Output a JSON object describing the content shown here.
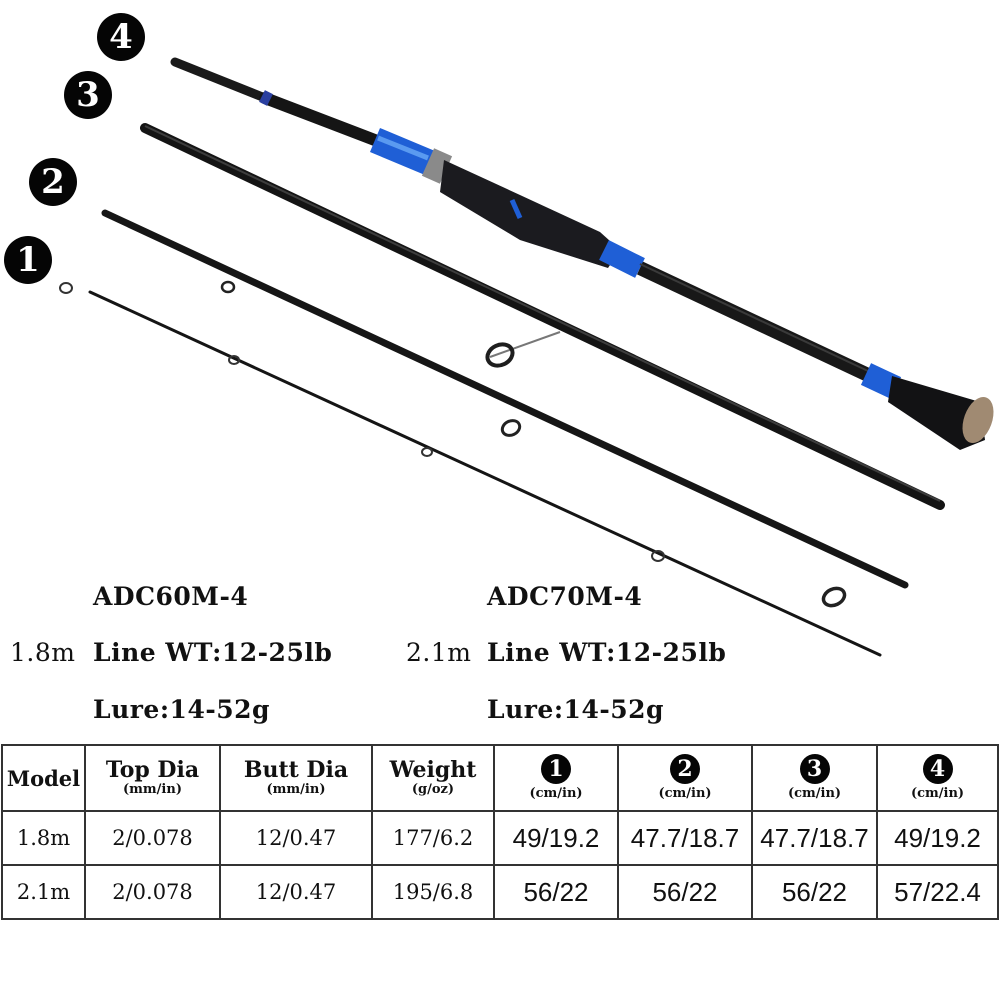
{
  "section_badges": [
    {
      "label": "4"
    },
    {
      "label": "3"
    },
    {
      "label": "2"
    },
    {
      "label": "1"
    }
  ],
  "models": [
    {
      "name": "ADC60M-4",
      "length": "1.8m",
      "line_wt": "Line WT:12-25lb",
      "lure": "Lure:14-52g"
    },
    {
      "name": "ADC70M-4",
      "length": "2.1m",
      "line_wt": "Line WT:12-25lb",
      "lure": "Lure:14-52g"
    }
  ],
  "colors": {
    "accent_blue": "#1f5fd6",
    "rod_black": "#141414",
    "cork": "#a08a72"
  },
  "table": {
    "headers": {
      "model": "Model",
      "top_dia": "Top Dia",
      "top_dia_unit": "(mm/in)",
      "butt_dia": "Butt Dia",
      "butt_dia_unit": "(mm/in)",
      "weight": "Weight",
      "weight_unit": "(g/oz)",
      "sec1": "1",
      "sec2": "2",
      "sec3": "3",
      "sec4": "4",
      "sec_unit": "(cm/in)"
    },
    "rows": [
      {
        "model": "1.8m",
        "top_dia": "2/0.078",
        "butt_dia": "12/0.47",
        "weight": "177/6.2",
        "sec1": "49/19.2",
        "sec2": "47.7/18.7",
        "sec3": "47.7/18.7",
        "sec4": "49/19.2"
      },
      {
        "model": "2.1m",
        "top_dia": "2/0.078",
        "butt_dia": "12/0.47",
        "weight": "195/6.8",
        "sec1": "56/22",
        "sec2": "56/22",
        "sec3": "56/22",
        "sec4": "57/22.4"
      }
    ]
  }
}
